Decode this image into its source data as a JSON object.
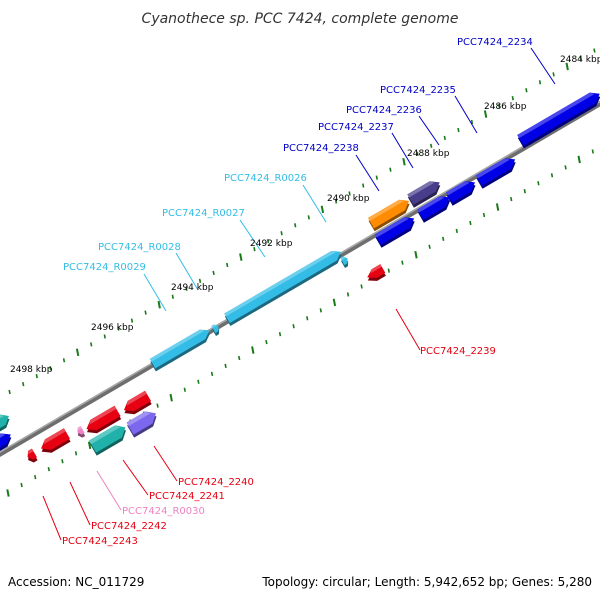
{
  "title": "Cyanothece sp. PCC 7424, complete genome",
  "footer": {
    "accession": "Accession: NC_011729",
    "summary": "Topology: circular; Length: 5,942,652 bp; Genes: 5,280"
  },
  "colors": {
    "backbone": "#808080",
    "tick": "#1a7a1a",
    "forward_cds": "#0000e6",
    "reverse_cds": "#e60012",
    "trna": "#33bde6",
    "trna_pink": "#ee82c4",
    "orange_cds": "#ff8c00",
    "slate_cds": "#483d8b",
    "lavender_cds": "#7b68ee",
    "teal_cds": "#20b2aa"
  },
  "ticks": [
    {
      "label": "2484 kbp"
    },
    {
      "label": "2486 kbp"
    },
    {
      "label": "2488 kbp"
    },
    {
      "label": "2490 kbp"
    },
    {
      "label": "2492 kbp"
    },
    {
      "label": "2494 kbp"
    },
    {
      "label": "2496 kbp"
    },
    {
      "label": "2498 kbp"
    }
  ],
  "gene_labels": [
    {
      "text": "PCC7424_2234",
      "kind": "forward_cds"
    },
    {
      "text": "PCC7424_2235",
      "kind": "forward_cds"
    },
    {
      "text": "PCC7424_2236",
      "kind": "forward_cds"
    },
    {
      "text": "PCC7424_2237",
      "kind": "forward_cds"
    },
    {
      "text": "PCC7424_2238",
      "kind": "forward_cds"
    },
    {
      "text": "PCC7424_R0026",
      "kind": "trna"
    },
    {
      "text": "PCC7424_R0027",
      "kind": "trna"
    },
    {
      "text": "PCC7424_R0028",
      "kind": "trna"
    },
    {
      "text": "PCC7424_R0029",
      "kind": "trna"
    },
    {
      "text": "PCC7424_2239",
      "kind": "reverse_cds"
    },
    {
      "text": "PCC7424_2240",
      "kind": "reverse_cds"
    },
    {
      "text": "PCC7424_2241",
      "kind": "reverse_cds"
    },
    {
      "text": "PCC7424_R0030",
      "kind": "trna_pink"
    },
    {
      "text": "PCC7424_2242",
      "kind": "reverse_cds"
    },
    {
      "text": "PCC7424_2243",
      "kind": "reverse_cds"
    }
  ]
}
